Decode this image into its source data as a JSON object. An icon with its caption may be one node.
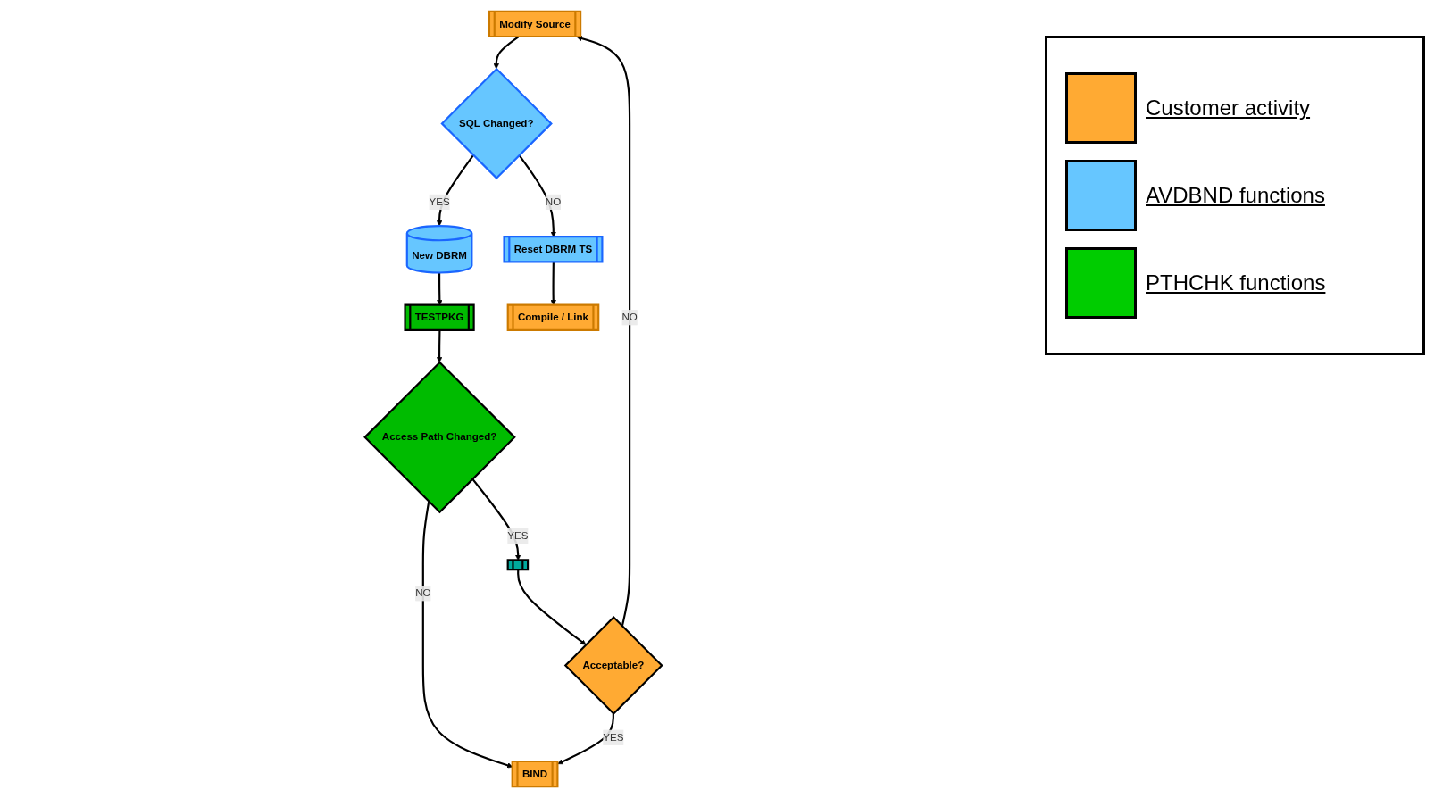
{
  "diagram": {
    "nodes": [
      {
        "text": [
          "Modify Source"
        ]
      },
      {
        "text": [
          "SQL Changed?"
        ]
      },
      {
        "text": [
          "New DBRM"
        ]
      },
      {
        "text": [
          "TESTPKG"
        ]
      },
      {
        "text": [
          "Reset DBRM TS"
        ]
      },
      {
        "text": [
          "Access Path Changed?"
        ]
      },
      {
        "text": [],
        "shape": "box"
      },
      {
        "text": [
          "Acceptable?"
        ]
      },
      {
        "text": [
          "Compile / Link"
        ]
      },
      {
        "text": [
          "BIND"
        ]
      }
    ],
    "edges": [
      {
        "from": 0,
        "to": 1,
        "arrow": "to"
      },
      {
        "from": 1,
        "to": 2,
        "label": "YES",
        "arrow": "to"
      },
      {
        "from": 2,
        "to": 3,
        "arrow": "to"
      },
      {
        "from": 1,
        "to": 4,
        "label": "NO",
        "arrow": "to"
      },
      {
        "from": 4,
        "to": 8,
        "arrow": "to"
      },
      {
        "from": 3,
        "to": 5,
        "arrow": "to"
      },
      {
        "from": 5,
        "to": 6,
        "label": "YES",
        "arrow": "to"
      },
      {
        "from": 5,
        "to": 9,
        "label": "NO",
        "arrow": "to"
      },
      {
        "from": 6,
        "to": 7,
        "arrow": "to"
      },
      {
        "from": 7,
        "to": 0,
        "label": "NO",
        "arrow": "to"
      },
      {
        "from": 7,
        "to": 9,
        "label": "YES",
        "arrow": "to"
      }
    ],
    "legend": [
      {
        "text": "Customer activity",
        "color": "#ffaa33"
      },
      {
        "text": "AVDBND functions",
        "color": "#66c6ff"
      },
      {
        "text": "PTHCHK functions",
        "color": "#00cc00"
      }
    ]
  }
}
